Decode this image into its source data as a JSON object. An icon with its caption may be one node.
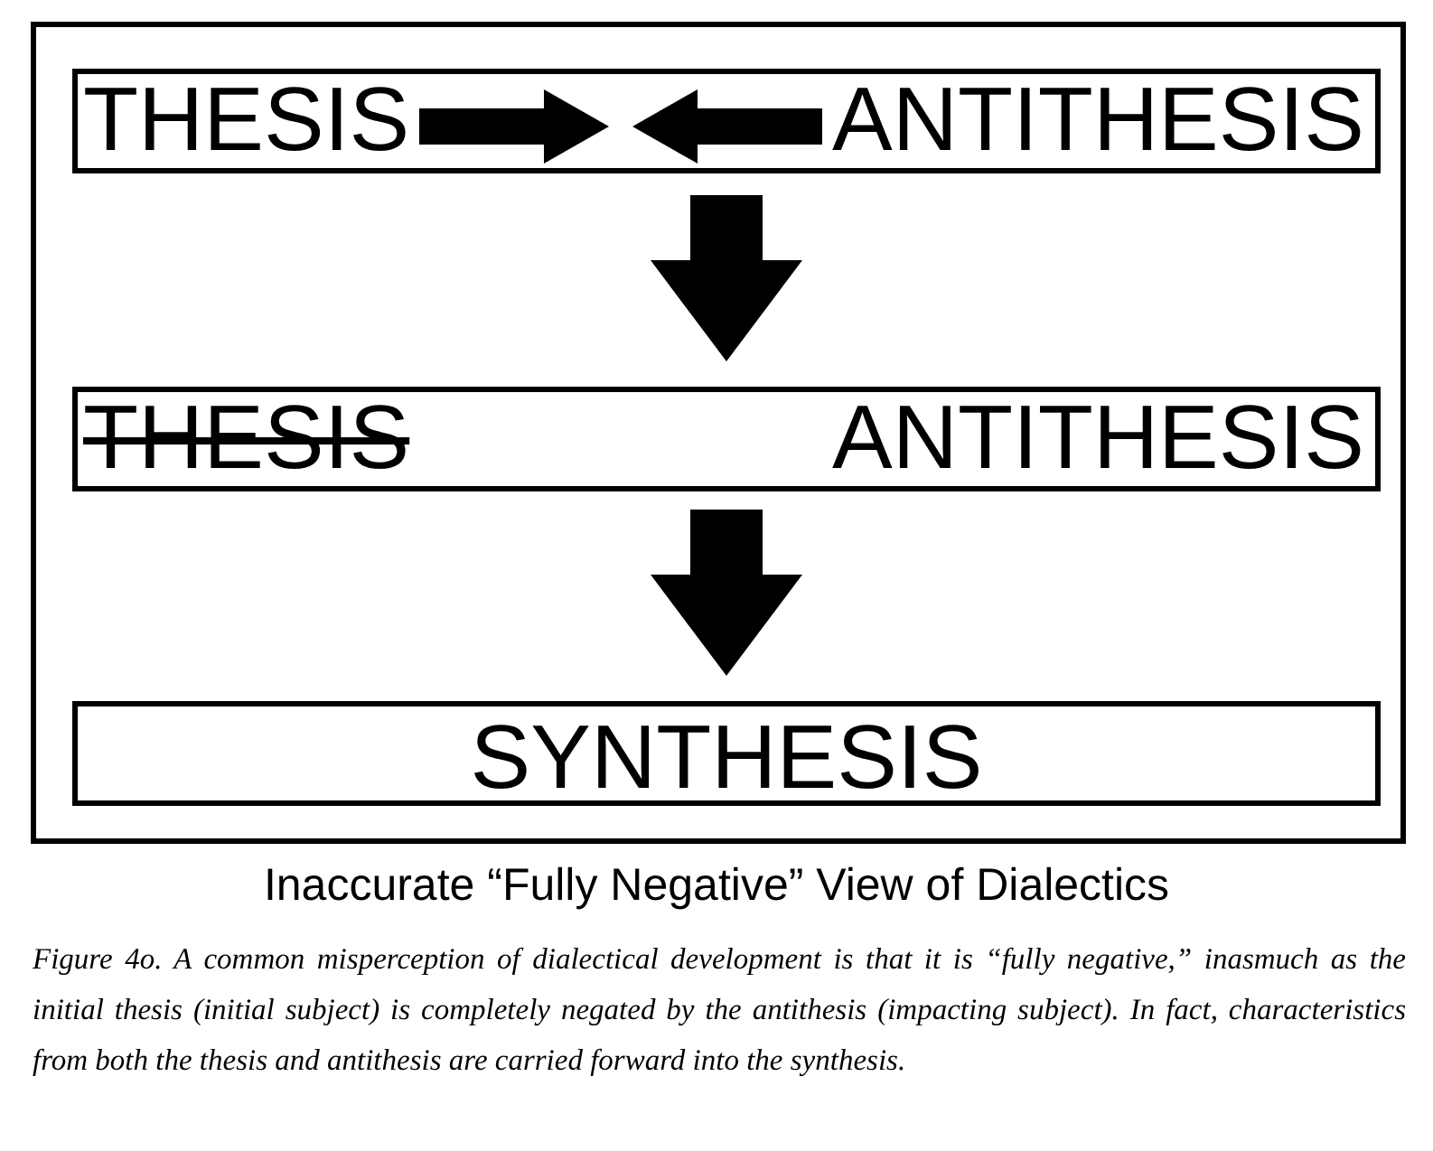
{
  "diagram": {
    "title": "Inaccurate “Fully Negative” View of Dialectics",
    "caption": "Figure 4o. A common misperception of  dialectical development is that it is “fully negative,” inasmuch as the initial thesis (initial subject) is completely negated by the antithesis (impacting subject). In fact, characteristics from both the thesis and antithesis are carried forward into the synthesis.",
    "nodes": [
      {
        "text": [],
        "shape": "box"
      },
      {
        "text": [],
        "shape": "box",
        "in": 0
      },
      {
        "text": [
          "THESIS"
        ],
        "in": 1
      },
      {
        "text": [
          "ANTITHESIS"
        ],
        "in": 1
      },
      {
        "text": [],
        "shape": "box",
        "in": 0
      },
      {
        "text": [
          "THESIS"
        ],
        "in": 4
      },
      {
        "text": [
          "ANTITHESIS"
        ],
        "in": 4
      },
      {
        "text": [
          "SYNTHESIS"
        ],
        "in": 0
      }
    ],
    "edges": [
      {
        "from": 2,
        "to": null,
        "arrow": "to",
        "style": "thick"
      },
      {
        "from": 3,
        "to": null,
        "arrow": "to",
        "style": "thick"
      },
      {
        "from": 1,
        "to": 4,
        "arrow": "to",
        "style": "thick"
      },
      {
        "from": 4,
        "to": 7,
        "arrow": "to",
        "style": "thick"
      }
    ]
  }
}
